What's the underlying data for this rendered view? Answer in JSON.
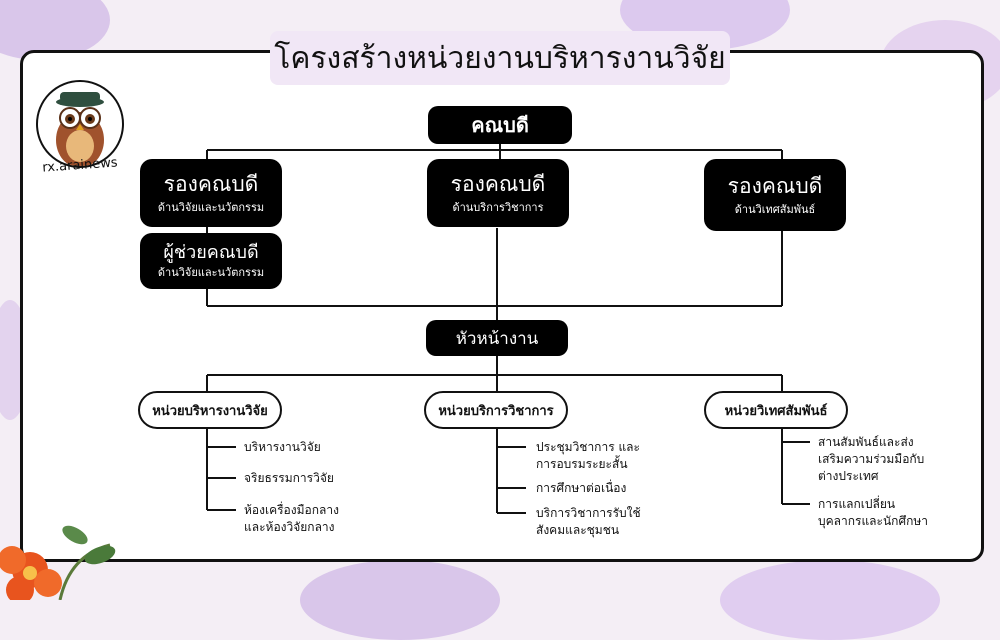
{
  "title": "โครงสร้างหน่วยงานบริหารงานวิจัย",
  "brand": "rx.arainews",
  "colors": {
    "block": "#000000",
    "title_bg": "#f1e7f6",
    "line": "#111111"
  },
  "dean": "คณบดี",
  "vice_deans": [
    {
      "title": "รองคณบดี",
      "sub": "ด้านวิจัยและนวัตกรรม"
    },
    {
      "title": "รองคณบดี",
      "sub": "ด้านบริการวิชาการ"
    },
    {
      "title": "รองคณบดี",
      "sub": "ด้านวิเทศสัมพันธ์"
    }
  ],
  "assistant_dean": {
    "title": "ผู้ช่วยคณบดี",
    "sub": "ด้านวิจัยและนวัตกรรม"
  },
  "section_head": "หัวหน้างาน",
  "units": [
    {
      "name": "หน่วยบริหารงานวิจัย",
      "items": [
        "บริหารงานวิจัย",
        "จริยธรรมการวิจัย",
        "ห้องเครื่องมือกลาง",
        "และห้องวิจัยกลาง"
      ]
    },
    {
      "name": "หน่วยบริการวิชาการ",
      "items": [
        "ประชุมวิชาการ และ",
        "การอบรมระยะสั้น",
        "การศึกษาต่อเนื่อง",
        "บริการวิชาการรับใช้",
        "สังคมและชุมชน"
      ]
    },
    {
      "name": "หน่วยวิเทศสัมพันธ์",
      "items": [
        "สานสัมพันธ์และส่ง",
        "เสริมความร่วมมือกับ",
        "ต่างประเทศ",
        "การแลกเปลี่ยน",
        "บุคลากรและนักศึกษา"
      ]
    }
  ]
}
